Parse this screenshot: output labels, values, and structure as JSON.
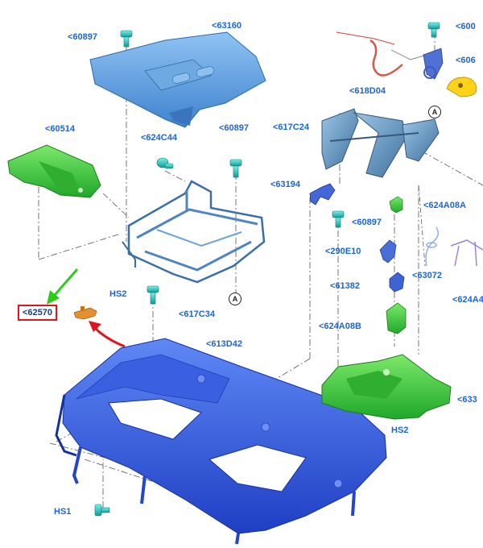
{
  "callouts": {
    "c60897_top": "<60897",
    "c63160": "<63160",
    "c60514": "<60514",
    "c624C44": "<624C44",
    "c60897_mid": "<60897",
    "cHS2_left": "HS2",
    "c617C34": "<617C34",
    "c62570": "<62570",
    "c613D42": "<613D42",
    "cHS1": "HS1",
    "cHS2_right": "HS2",
    "c600_tr": "<600",
    "c606_tr": "<606",
    "c618D04": "<618D04",
    "c617C24": "<617C24",
    "c63194": "<63194",
    "c60897_right": "<60897",
    "c624A08A": "<624A08A",
    "c290E10": "<290E10",
    "c63072": "<63072",
    "c61382": "<61382",
    "c624A08B": "<624A08B",
    "c624A4": "<624A4",
    "c633": "<633"
  },
  "refs": {
    "a_left": "A",
    "a_right": "A"
  },
  "colors": {
    "callout_text": "#1a66d9",
    "highlight_border": "#e0141c",
    "green_arrow": "#2ecc1a",
    "red_arrow": "#e0141c",
    "light_blue_part": "#5a9de0",
    "dark_blue_part": "#2f5ee0",
    "green_part": "#3cc43a",
    "cyan_fastener": "#1fc6c0",
    "yellow_part": "#ffd21a",
    "orange_part": "#e08a2a"
  }
}
